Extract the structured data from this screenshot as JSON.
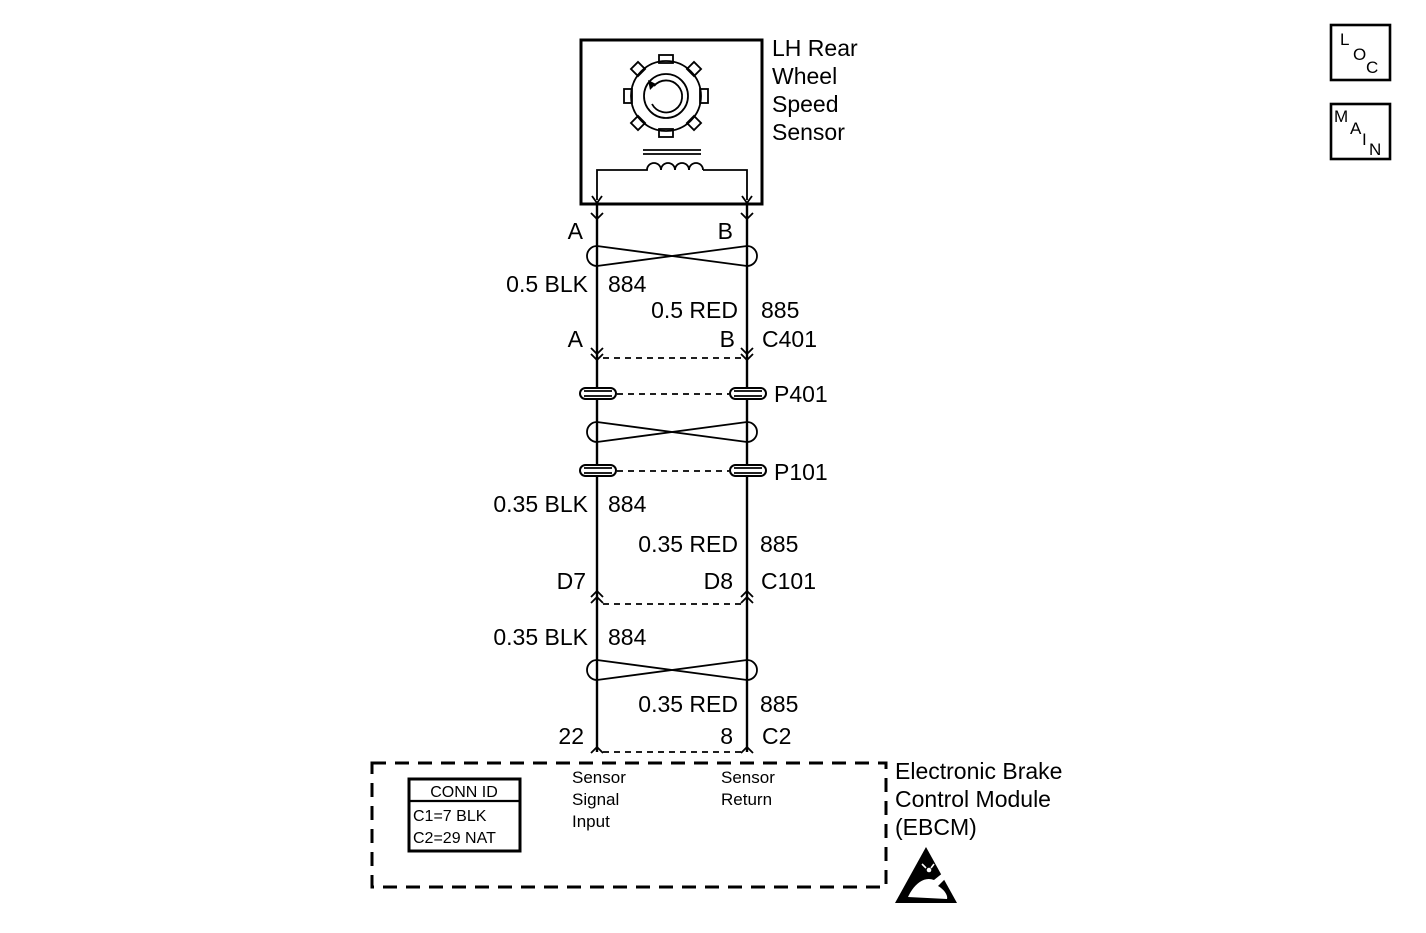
{
  "sensor": {
    "name_lines": [
      "LH Rear",
      "Wheel",
      "Speed",
      "Sensor"
    ]
  },
  "sensor_pins": {
    "left": "A",
    "right": "B"
  },
  "wire_sensor": {
    "left_gauge": "0.5 BLK",
    "left_circuit": "884",
    "right_gauge": "0.5 RED",
    "right_circuit": "885"
  },
  "c401": {
    "left_pin": "A",
    "right_pin": "B",
    "label": "C401"
  },
  "p401": {
    "label": "P401"
  },
  "p101": {
    "label": "P101"
  },
  "wire_mid": {
    "left_gauge": "0.35 BLK",
    "left_circuit": "884",
    "right_gauge": "0.35 RED",
    "right_circuit": "885"
  },
  "c101": {
    "left_pin": "D7",
    "right_pin": "D8",
    "label": "C101"
  },
  "wire_lower": {
    "left_gauge": "0.35 BLK",
    "left_circuit": "884",
    "right_gauge": "0.35 RED",
    "right_circuit": "885"
  },
  "c2": {
    "left_pin": "22",
    "right_pin": "8",
    "label": "C2"
  },
  "ebcm": {
    "name_lines": [
      "Electronic Brake",
      "Control Module",
      "(EBCM)"
    ],
    "left_desc_lines": [
      "Sensor",
      "Signal",
      "Input"
    ],
    "right_desc_lines": [
      "Sensor",
      "Return"
    ]
  },
  "conn_id": {
    "title": "CONN ID",
    "rows": [
      "C1=7 BLK",
      "C2=29 NAT"
    ]
  },
  "nav": {
    "loc": {
      "l1": "L",
      "l2": "O",
      "l3": "C"
    },
    "main": {
      "l1": "M",
      "l2": "A",
      "l3": "I",
      "l4": "N"
    }
  }
}
